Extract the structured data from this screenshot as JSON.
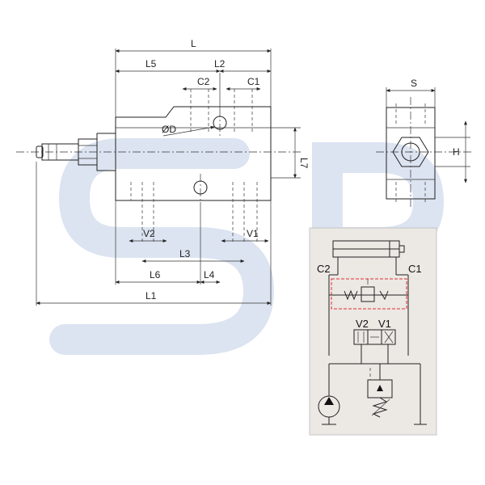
{
  "watermark": {
    "letters": "SP",
    "color": "#d6dfef"
  },
  "side_view": {
    "labels": {
      "L": "L",
      "L5": "L5",
      "L2": "L2",
      "C2": "C2",
      "C1": "C1",
      "OD": "ØD",
      "L7": "L7",
      "V2": "V2",
      "V1": "V1",
      "L3": "L3",
      "L6": "L6",
      "L4": "L4",
      "L1": "L1"
    }
  },
  "end_view": {
    "labels": {
      "S": "S",
      "H": "H"
    }
  },
  "schematic": {
    "background": "#ece8e4",
    "relief_box_color": "#e03030",
    "labels": {
      "C2": "C2",
      "C1": "C1",
      "V2": "V2",
      "V1": "V1"
    }
  }
}
